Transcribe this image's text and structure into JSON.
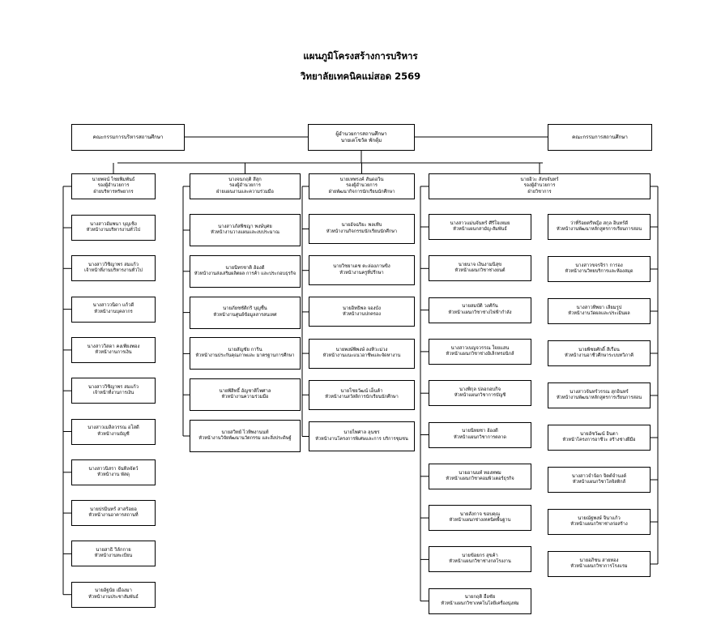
{
  "title": {
    "line1": "แผนภูมิโครงสร้างการบริหาร",
    "line2": "วิทยาลัยเทคนิคแม่สอด 2569"
  },
  "top": {
    "left_committee": "คณะกรรมการบริหารสถานศึกษา",
    "director_title": "ผู้อำนวยการสถานศึกษา",
    "director_name": "นายเตโชวัต พักตุ้ม",
    "right_committee": "คณะกรรมการสถานศึกษา"
  },
  "divisions": [
    {
      "head": {
        "name": "นายพจน์ ไชยพิมพันธ์",
        "role": "รองผู้อำนวยการ",
        "dept": "ฝ่ายบริหารทรัพยากร"
      },
      "units": [
        {
          "name": "นางสาวอัมพนา บุญเชิง",
          "role": "หัวหน้างานบริหารงานทั่วไป"
        },
        {
          "name": "นางสาววิชิญาพร สมแก้ว",
          "role": "เจ้าหน้าที่งานบริหารงานทั่วไป"
        },
        {
          "name": "นางสาววนิดา แก้วดี",
          "role": "หัวหน้างานบุคลากร"
        },
        {
          "name": "นางสาววิสดา คงเพียงพอง",
          "role": "หัวหน้างานการเงิน"
        },
        {
          "name": "นางสาววิชิญาพร สมแก้ว",
          "role": "เจ้าหน้าที่งานการเงิน"
        },
        {
          "name": "นางสาวเมลิลวรรณ อโสดี",
          "role": "หัวหน้างานบัญชี"
        },
        {
          "name": "นางสาวนิสรา จันทิลจัตว์",
          "role": "หัวหน้างาน พัสดุ"
        },
        {
          "name": "นายปรมินทร์ สาสร้อยอ",
          "role": "หัวหน้างานอาคารสถานที่"
        },
        {
          "name": "นายสาธิ วิลักกาย",
          "role": "หัวหน้างานทะเบียน"
        },
        {
          "name": "นายอัฐนัย เมืองมา",
          "role": "หัวหน้างานประชาสัมพันธ์"
        }
      ]
    },
    {
      "head": {
        "name": "นางจนกฤติ สีสุก",
        "role": "รองผู้อำนวยการ",
        "dept": "ฝ่ายแผนงานและความร่วมมือ"
      },
      "units": [
        {
          "name": "นางสาวภัสพิชญา พงษ์บุศย",
          "role": "หัวหน้างานวางแผนและงบประมาณ"
        },
        {
          "name": "นายนิทรชาติ ฮ้องดี",
          "role": "หัวหน้างานส่งเสริมผลิตผล การค้า และประกอบธุรกิจ"
        },
        {
          "name": "นายภัยชชัติกริ บุญชื่น",
          "role": "หัวหน้างานศูนย์ข้อมูลสารสนเทศ"
        },
        {
          "name": "นายสัญชัย การิน",
          "role": "หัวหน้างานประกันคุณภาพและ มาตรฐานการศึกษา"
        },
        {
          "name": "นายพีสิทธิ์ อัญชาติไพศาล",
          "role": "หัวหน้างานความร่วมมือ"
        },
        {
          "name": "นายสวิทย์ ไวทิพงานนท์",
          "role": "หัวหน้างานวิจัยพัฒนานวัตกรรม และสิ่งประดิษฐ์"
        }
      ]
    },
    {
      "head": {
        "name": "นายเทพรงค์ สันดอวิน",
        "role": "รองผู้อำนวยการ",
        "dept": "ฝ่ายพัฒนากิจการนักเรียนนักศึกษา"
      },
      "units": [
        {
          "name": "นายอัจฉริยะ พลเทีบ",
          "role": "หัวหน้างานกิจกรรมนักเรียนนักศึกษา"
        },
        {
          "name": "นายวิชยาเดช ตะล่องภาษขิง",
          "role": "หัวหน้างานครูที่ปรึกษา"
        },
        {
          "name": "นายอิทธิพล จองบัง",
          "role": "หัวหน้างานปกครอง"
        },
        {
          "name": "นายพงษ์พิพงษ์ ลงทิวะม่วง",
          "role": "หัวหน้างานแนะแนวอาชีพและจัดหางาน"
        },
        {
          "name": "นายโชยวัฒน์ เอ็นค้า",
          "role": "หัวหน้างานสวัสดิการนักเรียนนักศึกษา"
        },
        {
          "name": "นายไพศาล ลุนชร",
          "role": "หัวหน้างานโครงการพิเศษและการ บริการชุมชน"
        }
      ]
    },
    {
      "head": {
        "name": "นายอิวะ สังขจันทร์",
        "role": "รองผู้อำนวยการ",
        "dept": "ฝ่ายวิชาการ"
      },
      "units_left": [
        {
          "name": "นางสาวแม่นจันทร์ ศีรีใจเหมย",
          "role": "หัวหน้าแผนกสามัญ-สัมพันธ์"
        },
        {
          "name": "นายนาจ เงินงามนิสุข",
          "role": "หัวหน้าแผนกวิชาช่างยนต์"
        },
        {
          "name": "นายสมบัติ วงศ์กัน",
          "role": "หัวหน้าแผนกวิชาช่างไฟฟ้ากำลัง"
        },
        {
          "name": "นางสาวเบญจวรรณ ใจยแสน",
          "role": "หัวหน้าแผนกวิชาช่างอิเล็กทรอนิกส์"
        },
        {
          "name": "นางพิกุล ปลอกอบกิจ",
          "role": "หัวหน้าแผนกวิชาการบัญชี"
        },
        {
          "name": "นายนิทยชา ฮ้องดี",
          "role": "หัวหน้าแผนกวิชาการตลาด"
        },
        {
          "name": "นายอานนท์ ทองทพม",
          "role": "หัวหน้าแผนกวิชาคอมพิวเตอร์ธุรกิจ"
        },
        {
          "name": "นายสังกาจ ขอบคุณ",
          "role": "หัวหน้าแผนกช่างเทคนิคพื้นฐาน"
        },
        {
          "name": "นายข้อยกร สุขค้า",
          "role": "หัวหน้าแผนกวิชาช่างกลโรงงาน"
        },
        {
          "name": "นายกฤติ อือชัย",
          "role": "หัวหน้าแผนกวิชาเทคโนโลยีเครื่องนุ่งห่ม"
        }
      ],
      "units_right": [
        {
          "name": "ว่าที่ร้อยตรีหญิง สกุล อินทร์ดี",
          "role": "หัวหน้างานพัฒนาหลักสูตรการเรียนการสอน"
        },
        {
          "name": "นางสาวขจรจิรา การอง",
          "role": "หัวหน้างานวิทยบริการและห้องสมุด"
        },
        {
          "name": "นางสาวทิพยา เลียมรูป",
          "role": "หัวหน้างานวัดผลและประเมินผล"
        },
        {
          "name": "นายพิชยศักดิ์ สีเรือน",
          "role": "หัวหน้างานอาชีวศึกษาระบบทวิภาคี"
        },
        {
          "name": "นางสาวจันทร์วรรณ สุกอินทร์",
          "role": "หัวหน้างานพัฒนาหลักสูตรการเรียนการสอน"
        },
        {
          "name": "นายอัชวัฒน์ อินตา",
          "role": "หัวหน้าโครงการอาชีวะ สร้างช่างฝีมือ"
        },
        {
          "name": "นางสาวจำจ้อก จิตต์จำนงค์",
          "role": "หัวหน้าแผนกวิชาโลจิสติกส์"
        },
        {
          "name": "นายณัฐพงษ์ จินาแก้ว",
          "role": "หัวหน้าแผนกวิชาช่างก่อสร้าง"
        },
        {
          "name": "นายอภิชน สายทอง",
          "role": "หัวหน้าแผนกวิชาการโรงแรม"
        }
      ]
    }
  ]
}
